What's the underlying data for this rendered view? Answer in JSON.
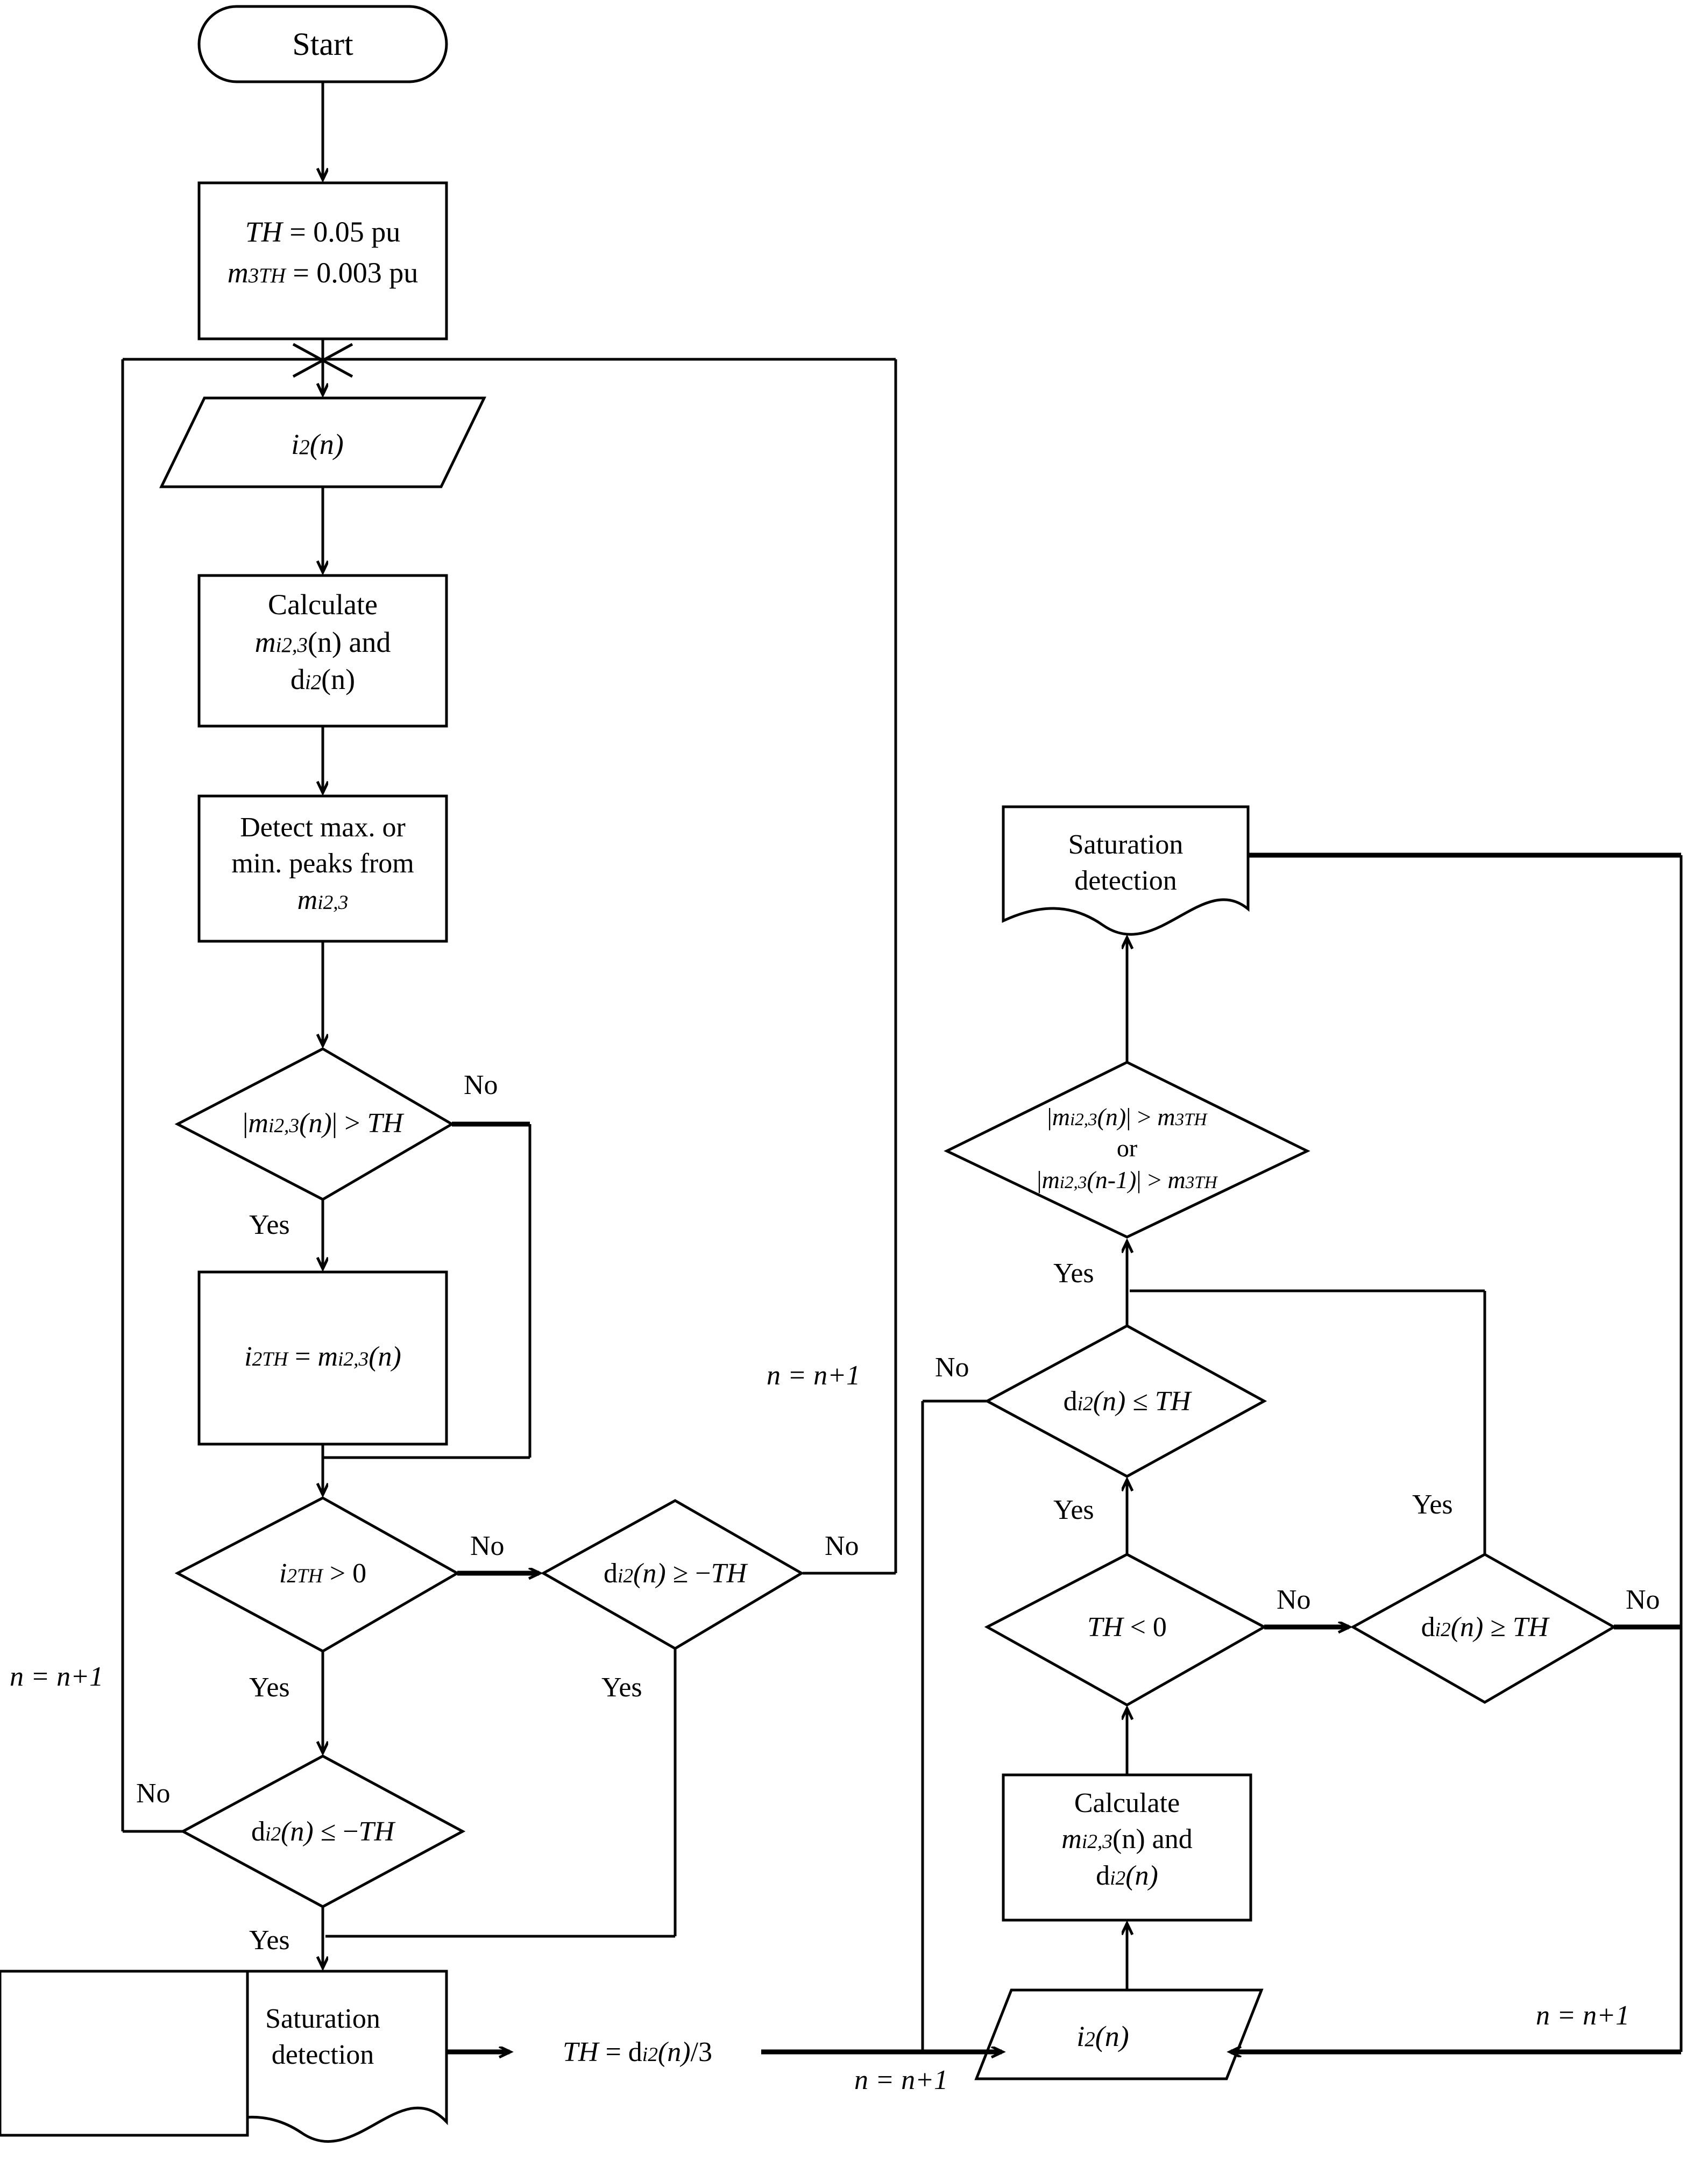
{
  "diagram": {
    "type": "flowchart",
    "title": "Transformer saturation detection algorithm flowchart",
    "nodes": [
      {
        "id": "start",
        "shape": "terminator",
        "lines": [
          "Start"
        ]
      },
      {
        "id": "init",
        "shape": "process",
        "lines": [
          "TH = 0.05 pu",
          "m3TH = 0.003 pu"
        ]
      },
      {
        "id": "input1",
        "shape": "input",
        "lines": [
          "i2(n)"
        ]
      },
      {
        "id": "calc1",
        "shape": "process",
        "lines": [
          "Calculate",
          "mi2,3(n) and",
          "di2(n)"
        ]
      },
      {
        "id": "detect",
        "shape": "process",
        "lines": [
          "Detect max. or",
          "min. peaks from",
          "mi2,3"
        ]
      },
      {
        "id": "dec_m_gt_th",
        "shape": "decision",
        "lines": [
          "|mi2,3(n)| > TH"
        ]
      },
      {
        "id": "assign_i2th",
        "shape": "process",
        "lines": [
          "i2TH = mi2,3(n)"
        ]
      },
      {
        "id": "dec_i2th_gt0",
        "shape": "decision",
        "lines": [
          "i2TH > 0"
        ]
      },
      {
        "id": "dec_d_ge_mth",
        "shape": "decision",
        "lines": [
          "di2(n) ≥ −TH"
        ]
      },
      {
        "id": "dec_d_le_mth",
        "shape": "decision",
        "lines": [
          "di2(n) ≤ −TH"
        ]
      },
      {
        "id": "sat_left",
        "shape": "document",
        "lines": [
          "Saturation",
          "detection"
        ]
      },
      {
        "id": "th_update",
        "shape": "process",
        "lines": [
          "TH = di2(n)/3"
        ]
      },
      {
        "id": "input2",
        "shape": "input",
        "lines": [
          "i2(n)"
        ]
      },
      {
        "id": "calc2",
        "shape": "process",
        "lines": [
          "Calculate",
          "mi2,3(n) and",
          "di2(n)"
        ]
      },
      {
        "id": "dec_th_lt0",
        "shape": "decision",
        "lines": [
          "TH < 0"
        ]
      },
      {
        "id": "dec_d_ge_th",
        "shape": "decision",
        "lines": [
          "di2(n) ≥ TH"
        ]
      },
      {
        "id": "dec_d_le_th",
        "shape": "decision",
        "lines": [
          "di2(n) ≤ TH"
        ]
      },
      {
        "id": "dec_m3th",
        "shape": "decision",
        "lines": [
          "|mi2,3(n)| > m3TH",
          "or",
          "|mi2,3(n-1)| > m3TH"
        ]
      },
      {
        "id": "sat_right",
        "shape": "document",
        "lines": [
          "Saturation",
          "detection"
        ]
      }
    ],
    "node_text": {
      "start": "Start",
      "init_l1_var": "TH",
      "init_l1_rest": " = 0.05 pu",
      "init_l2_var": "m",
      "init_l2_sub": "3TH",
      "init_l2_rest": " = 0.003 pu",
      "input1_i": "i",
      "input1_sub": "2",
      "input1_rest": "(n)",
      "calc1_l1": "Calculate",
      "calc1_m": "m",
      "calc1_msub": "i2,3",
      "calc1_mrest": "(n) and",
      "calc1_d": "d",
      "calc1_dsub": "i2",
      "calc1_drest": "(n)",
      "detect_l1": "Detect max. or",
      "detect_l2": "min. peaks from",
      "detect_m": "m",
      "detect_msub": "i2,3",
      "dec_m_gt_th": "|mi2,3(n)| > TH",
      "assign_i2th": "i2TH = mi2,3(n)",
      "dec_i2th_gt0": "i2TH > 0",
      "dec_d_ge_mth": "di2(n) ≥ −TH",
      "dec_d_le_mth": "di2(n) ≤ −TH",
      "sat_left_l1": "Saturation",
      "sat_left_l2": "detection",
      "th_update": "TH = di2(n)/3",
      "input2_i": "i",
      "input2_sub": "2",
      "input2_rest": "(n)",
      "calc2_l1": "Calculate",
      "dec_th_lt0": "TH < 0",
      "dec_d_ge_th": "di2(n) ≥ TH",
      "dec_d_le_th": "di2(n) ≤ TH",
      "dec_m3th_l1": "|mi2,3(n)| > m3TH",
      "dec_m3th_l2": "or",
      "dec_m3th_l3": "|mi2,3(n-1)| > m3TH",
      "sat_right_l1": "Saturation",
      "sat_right_l2": "detection"
    },
    "edge_labels": {
      "no_1": "No",
      "yes_1": "Yes",
      "no_2": "No",
      "no_3": "No",
      "yes_2": "Yes",
      "yes_3": "Yes",
      "no_4": "No",
      "yes_4": "Yes",
      "yes_5": "Yes",
      "yes_6": "Yes",
      "yes_7": "Yes",
      "no_5": "No",
      "no_6": "No",
      "no_7": "No",
      "n_inc_1": "n = n+1",
      "n_inc_2": "n = n+1",
      "n_inc_3": "n = n+1",
      "n_inc_4": "n = n+1"
    },
    "colors": {
      "stroke": "#000000",
      "fill": "#ffffff",
      "background": "#ffffff"
    }
  }
}
